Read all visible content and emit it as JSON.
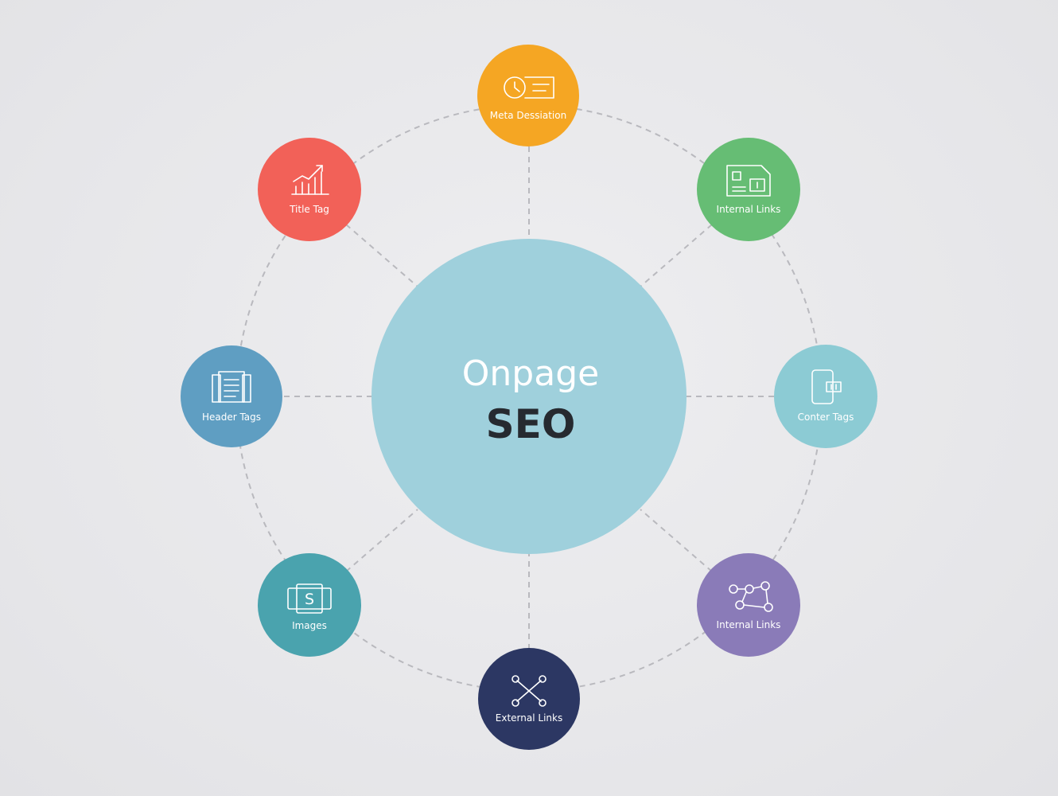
{
  "center": {
    "line1": "Onpage",
    "line2": "SEO",
    "color": "#9fd0dc"
  },
  "nodes": [
    {
      "id": "meta-description",
      "label": "Meta Dessiation",
      "icon": "clock-card-icon",
      "color": "#f5a623"
    },
    {
      "id": "internal-links-top",
      "label": "Internal Links",
      "icon": "id-card-icon",
      "color": "#66bd74"
    },
    {
      "id": "conter-tags",
      "label": "Conter Tags",
      "icon": "device-icon",
      "color": "#8ccbd4"
    },
    {
      "id": "internal-links-bottom",
      "label": "Internal Links",
      "icon": "network-icon",
      "color": "#8a7bb8"
    },
    {
      "id": "external-links",
      "label": "External Links",
      "icon": "crossed-links-icon",
      "color": "#2c3763"
    },
    {
      "id": "images",
      "label": "Images",
      "icon": "image-frame-icon",
      "color": "#4aa3ae"
    },
    {
      "id": "header-tags",
      "label": "Header Tags",
      "icon": "document-icon",
      "color": "#5f9ec2"
    },
    {
      "id": "title-tag",
      "label": "Title Tag",
      "icon": "growth-chart-icon",
      "color": "#f26158"
    }
  ]
}
